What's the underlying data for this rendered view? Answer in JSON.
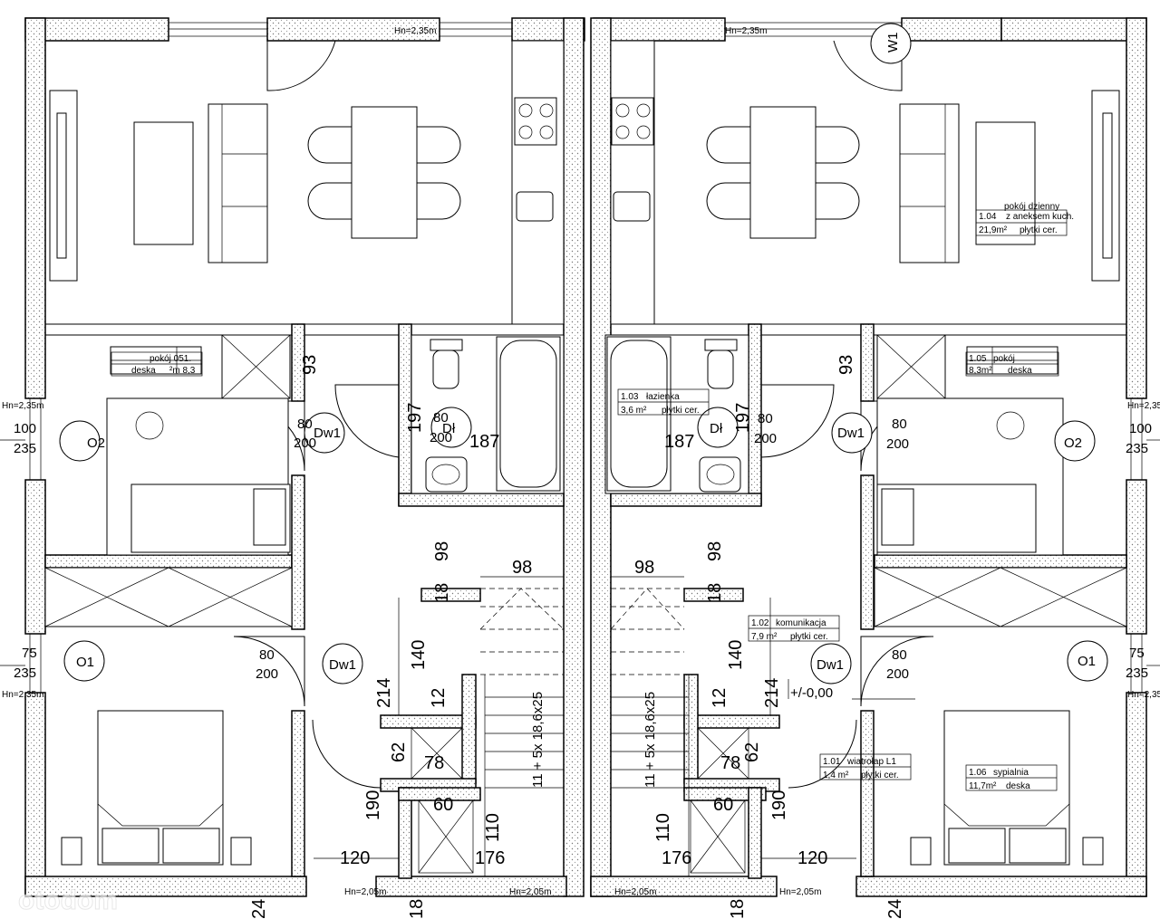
{
  "hn_labels": [
    "Hn=2,35m",
    "Hn=2,35m",
    "Hn=2,05m",
    "Hn=2,05m",
    "Hn=2,05m",
    "Hn=2,05m"
  ],
  "window_w1": "W1",
  "rooms": {
    "living": {
      "number": "1.04",
      "name": "pokój dzienny",
      "name2": "z aneksem kuch.",
      "area": "21,9m²",
      "floor": "płytki cer."
    },
    "bedroom_small_left": {
      "name": "pokój 051.",
      "area": "²m 8,3",
      "floor": "deska"
    },
    "bedroom_small_right": {
      "number": "1.05",
      "name": "pokój",
      "area": "8,3m²",
      "floor": "deska"
    },
    "bathroom": {
      "number": "1.03",
      "name": "łazienka",
      "area": "3,6 m²",
      "floor": "płytki cer."
    },
    "corridor": {
      "number": "1.02",
      "name": "komunikacja",
      "area": "7,9 m²",
      "floor": "płytki cer."
    },
    "entry": {
      "number": "1.01",
      "name": "wiatrołap L1",
      "area": "1,4 m²",
      "floor": "płytki cer."
    },
    "bedroom": {
      "number": "1.06",
      "name": "sypialnia",
      "area": "11,7m²",
      "floor": "deska"
    }
  },
  "openings": {
    "o2": "O2",
    "o1": "O1",
    "dw1": "Dw1",
    "dl": "Dł",
    "w100": "100",
    "h235": "235",
    "w75": "75",
    "d80": "80",
    "d200": "200"
  },
  "dims": {
    "d93": "93",
    "d197": "197",
    "d187": "187",
    "d98": "98",
    "d18": "18",
    "d140": "140",
    "d214": "214",
    "d12": "12",
    "d62": "62",
    "d78": "78",
    "d190": "190",
    "d60": "60",
    "d110": "110",
    "d176": "176",
    "d120": "120",
    "d24": "24"
  },
  "stairs_label": "11 + 5x 18,6x25",
  "level_mark": "+/-0,00",
  "hn_side": "Hn=2,35m",
  "watermark": "otodom"
}
